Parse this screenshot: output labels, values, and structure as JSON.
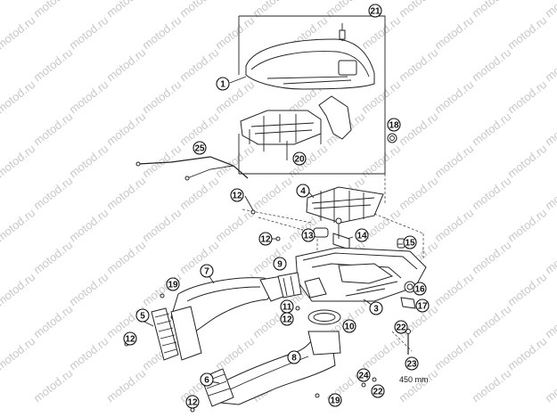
{
  "watermark": "motod.ru",
  "measurement": "450 mm",
  "callouts": [
    {
      "key": "c21",
      "num": "21"
    },
    {
      "key": "c1",
      "num": "1"
    },
    {
      "key": "c18",
      "num": "18"
    },
    {
      "key": "c25",
      "num": "25"
    },
    {
      "key": "c20",
      "num": "20"
    },
    {
      "key": "c4",
      "num": "4"
    },
    {
      "key": "c12a",
      "num": "12"
    },
    {
      "key": "c12b",
      "num": "12"
    },
    {
      "key": "c13",
      "num": "13"
    },
    {
      "key": "c14",
      "num": "14"
    },
    {
      "key": "c15",
      "num": "15"
    },
    {
      "key": "c7",
      "num": "7"
    },
    {
      "key": "c9",
      "num": "9"
    },
    {
      "key": "c16",
      "num": "16"
    },
    {
      "key": "c19a",
      "num": "19"
    },
    {
      "key": "c17",
      "num": "17"
    },
    {
      "key": "c3",
      "num": "3"
    },
    {
      "key": "c11",
      "num": "11"
    },
    {
      "key": "c12c",
      "num": "12"
    },
    {
      "key": "c5",
      "num": "5"
    },
    {
      "key": "c10",
      "num": "10"
    },
    {
      "key": "c22a",
      "num": "22"
    },
    {
      "key": "c12d",
      "num": "12"
    },
    {
      "key": "c8",
      "num": "8"
    },
    {
      "key": "c23",
      "num": "23"
    },
    {
      "key": "c24",
      "num": "24"
    },
    {
      "key": "c6",
      "num": "6"
    },
    {
      "key": "c22b",
      "num": "22"
    },
    {
      "key": "c12e",
      "num": "12"
    },
    {
      "key": "c19b",
      "num": "19"
    }
  ]
}
